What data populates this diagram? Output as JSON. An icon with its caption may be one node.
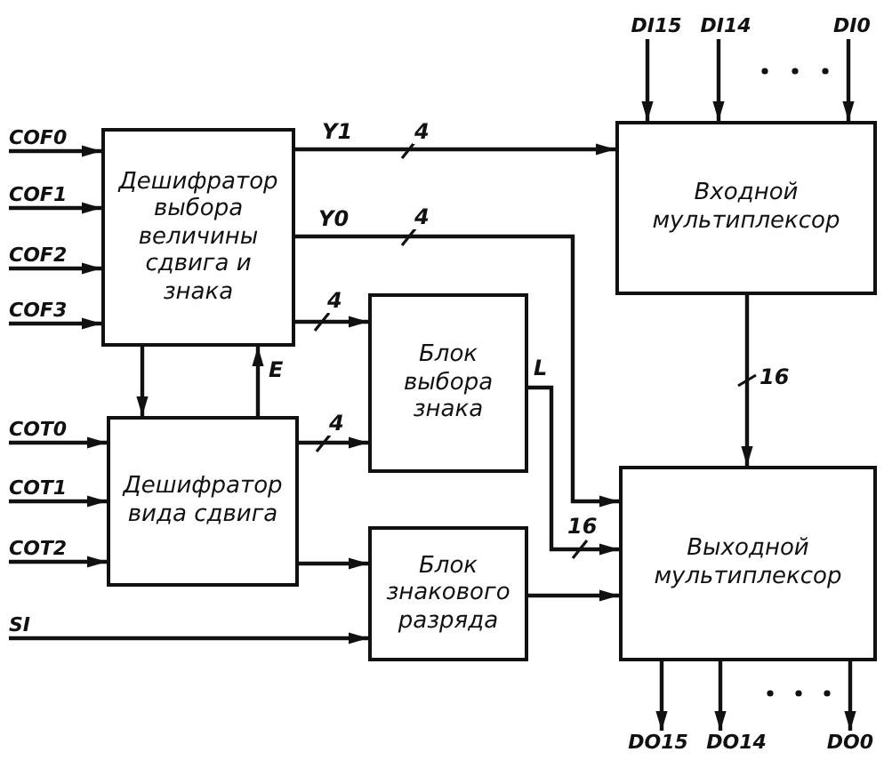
{
  "diagram": {
    "nodes": [
      {
        "text": [
          "DI15"
        ]
      },
      {
        "text": [
          "DI14"
        ]
      },
      {
        "text": [
          "DI0"
        ]
      },
      {
        "text": [
          "COF0"
        ]
      },
      {
        "text": [
          "COF1"
        ]
      },
      {
        "text": [
          "COF2"
        ]
      },
      {
        "text": [
          "COF3"
        ]
      },
      {
        "text": [
          "Дешифратор выбора величины сдвига и знака"
        ]
      },
      {
        "text": [
          "Входной мультиплексор"
        ]
      },
      {
        "text": [
          "Блок выбора знака"
        ]
      },
      {
        "text": [
          "COT0"
        ]
      },
      {
        "text": [
          "COT1"
        ]
      },
      {
        "text": [
          "COT2"
        ]
      },
      {
        "text": [
          "Дешифратор вида сдвига"
        ]
      },
      {
        "text": [
          "Блок знакового разряда"
        ]
      },
      {
        "text": [
          "Выходной мультиплексор"
        ]
      },
      {
        "text": [
          "SI"
        ]
      },
      {
        "text": [
          "DO15"
        ]
      },
      {
        "text": [
          "DO14"
        ]
      },
      {
        "text": [
          "DO0"
        ]
      }
    ],
    "edges": [
      {
        "from": 0,
        "to": 8,
        "arrow": "to"
      },
      {
        "from": 1,
        "to": 8,
        "arrow": "to"
      },
      {
        "from": 2,
        "to": 8,
        "arrow": "to"
      },
      {
        "from": 3,
        "to": 7,
        "arrow": "to"
      },
      {
        "from": 4,
        "to": 7,
        "arrow": "to"
      },
      {
        "from": 5,
        "to": 7,
        "arrow": "to"
      },
      {
        "from": 6,
        "to": 7,
        "arrow": "to"
      },
      {
        "from": 7,
        "to": 8,
        "arrow": "to",
        "label": "Y1"
      },
      {
        "from": 7,
        "to": 15,
        "arrow": "to",
        "label": "Y0"
      },
      {
        "from": 7,
        "to": 9,
        "arrow": "to"
      },
      {
        "from": 7,
        "to": 13,
        "arrow": "to"
      },
      {
        "from": 13,
        "to": 7,
        "arrow": "to",
        "label": "E"
      },
      {
        "from": 10,
        "to": 13,
        "arrow": "to"
      },
      {
        "from": 11,
        "to": 13,
        "arrow": "to"
      },
      {
        "from": 12,
        "to": 13,
        "arrow": "to"
      },
      {
        "from": 13,
        "to": 9,
        "arrow": "to"
      },
      {
        "from": 13,
        "to": 14,
        "arrow": "to"
      },
      {
        "from": 16,
        "to": 14,
        "arrow": "to"
      },
      {
        "from": 9,
        "to": 15,
        "arrow": "to",
        "label": "L"
      },
      {
        "from": 14,
        "to": 15,
        "arrow": "to"
      },
      {
        "from": 8,
        "to": 15,
        "arrow": "to"
      },
      {
        "from": 15,
        "to": 17,
        "arrow": "to"
      },
      {
        "from": 15,
        "to": 18,
        "arrow": "to"
      },
      {
        "from": 15,
        "to": 19,
        "arrow": "to"
      }
    ],
    "labels": [
      "4",
      "4",
      "4",
      "16",
      "4",
      "16"
    ]
  }
}
